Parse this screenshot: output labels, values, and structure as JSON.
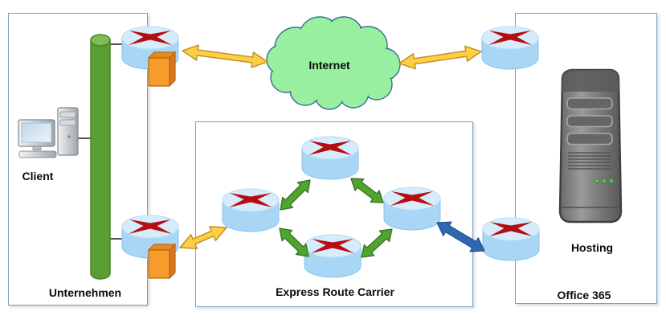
{
  "colors": {
    "box_border": "#7F9FC6",
    "label_color": "#0B0B0B",
    "router_body": "#A9D6F5",
    "router_top": "#D7ECFB",
    "router_edge": "#8CC2EC",
    "router_x": "#B50D12",
    "cloud_fill": "#98EFA0",
    "cloud_edge": "#35718F",
    "arrow_yellow": "#FCCF44",
    "arrow_yellow_edge": "#BB8D1F",
    "arrow_green": "#4FA52F",
    "arrow_green_edge": "#37701C",
    "arrow_blue": "#2F67B1",
    "arrow_blue_edge": "#24508C",
    "backbone_fill": "#5A9E33",
    "backbone_top": "#7EBD55",
    "backbone_edge": "#47842A",
    "firewall_front": "#F89B2D",
    "firewall_top": "#E98A1E",
    "firewall_side": "#D9751C",
    "firewall_edge": "#B06A15",
    "led_green": "#57C957"
  },
  "zones": {
    "unternehmen": {
      "label": "Unternehmen"
    },
    "express_route_carrier": {
      "label": "Express Route Carrier"
    },
    "office365": {
      "label": "Office 365"
    }
  },
  "nodes": {
    "client": {
      "label": "Client",
      "type": "desktop-computer"
    },
    "internet_cloud": {
      "label": "Internet",
      "type": "cloud"
    },
    "hosting_server": {
      "label": "Hosting",
      "type": "server-tower"
    },
    "lan_backbone": {
      "type": "lan-backbone-bar"
    },
    "routers": [
      {
        "id": "unternehmen-top-router"
      },
      {
        "id": "unternehmen-bottom-router"
      },
      {
        "id": "erc-left-router"
      },
      {
        "id": "erc-top-router"
      },
      {
        "id": "erc-bottom-router"
      },
      {
        "id": "erc-right-router"
      },
      {
        "id": "office365-top-router"
      },
      {
        "id": "office365-bottom-router"
      }
    ],
    "firewalls": [
      {
        "id": "unternehmen-top-firewall"
      },
      {
        "id": "unternehmen-bottom-firewall"
      }
    ]
  },
  "connections": [
    {
      "from": "unternehmen-top-router",
      "to": "internet-cloud",
      "style": "yellow-double-arrow"
    },
    {
      "from": "internet-cloud",
      "to": "office365-top-router",
      "style": "yellow-double-arrow"
    },
    {
      "from": "unternehmen-bottom-router",
      "to": "erc-left-router",
      "style": "yellow-double-arrow"
    },
    {
      "from": "erc-left-router",
      "to": "erc-top-router",
      "style": "green-double-arrow"
    },
    {
      "from": "erc-top-router",
      "to": "erc-right-router",
      "style": "green-double-arrow"
    },
    {
      "from": "erc-left-router",
      "to": "erc-bottom-router",
      "style": "green-double-arrow"
    },
    {
      "from": "erc-bottom-router",
      "to": "erc-right-router",
      "style": "green-double-arrow"
    },
    {
      "from": "erc-right-router",
      "to": "office365-bottom-router",
      "style": "blue-double-arrow"
    },
    {
      "from": "client",
      "to": "lan-backbone",
      "style": "cable-line"
    },
    {
      "from": "lan-backbone",
      "to": "unternehmen-top-router",
      "style": "cable-line"
    },
    {
      "from": "lan-backbone",
      "to": "unternehmen-bottom-router",
      "style": "cable-line"
    }
  ]
}
